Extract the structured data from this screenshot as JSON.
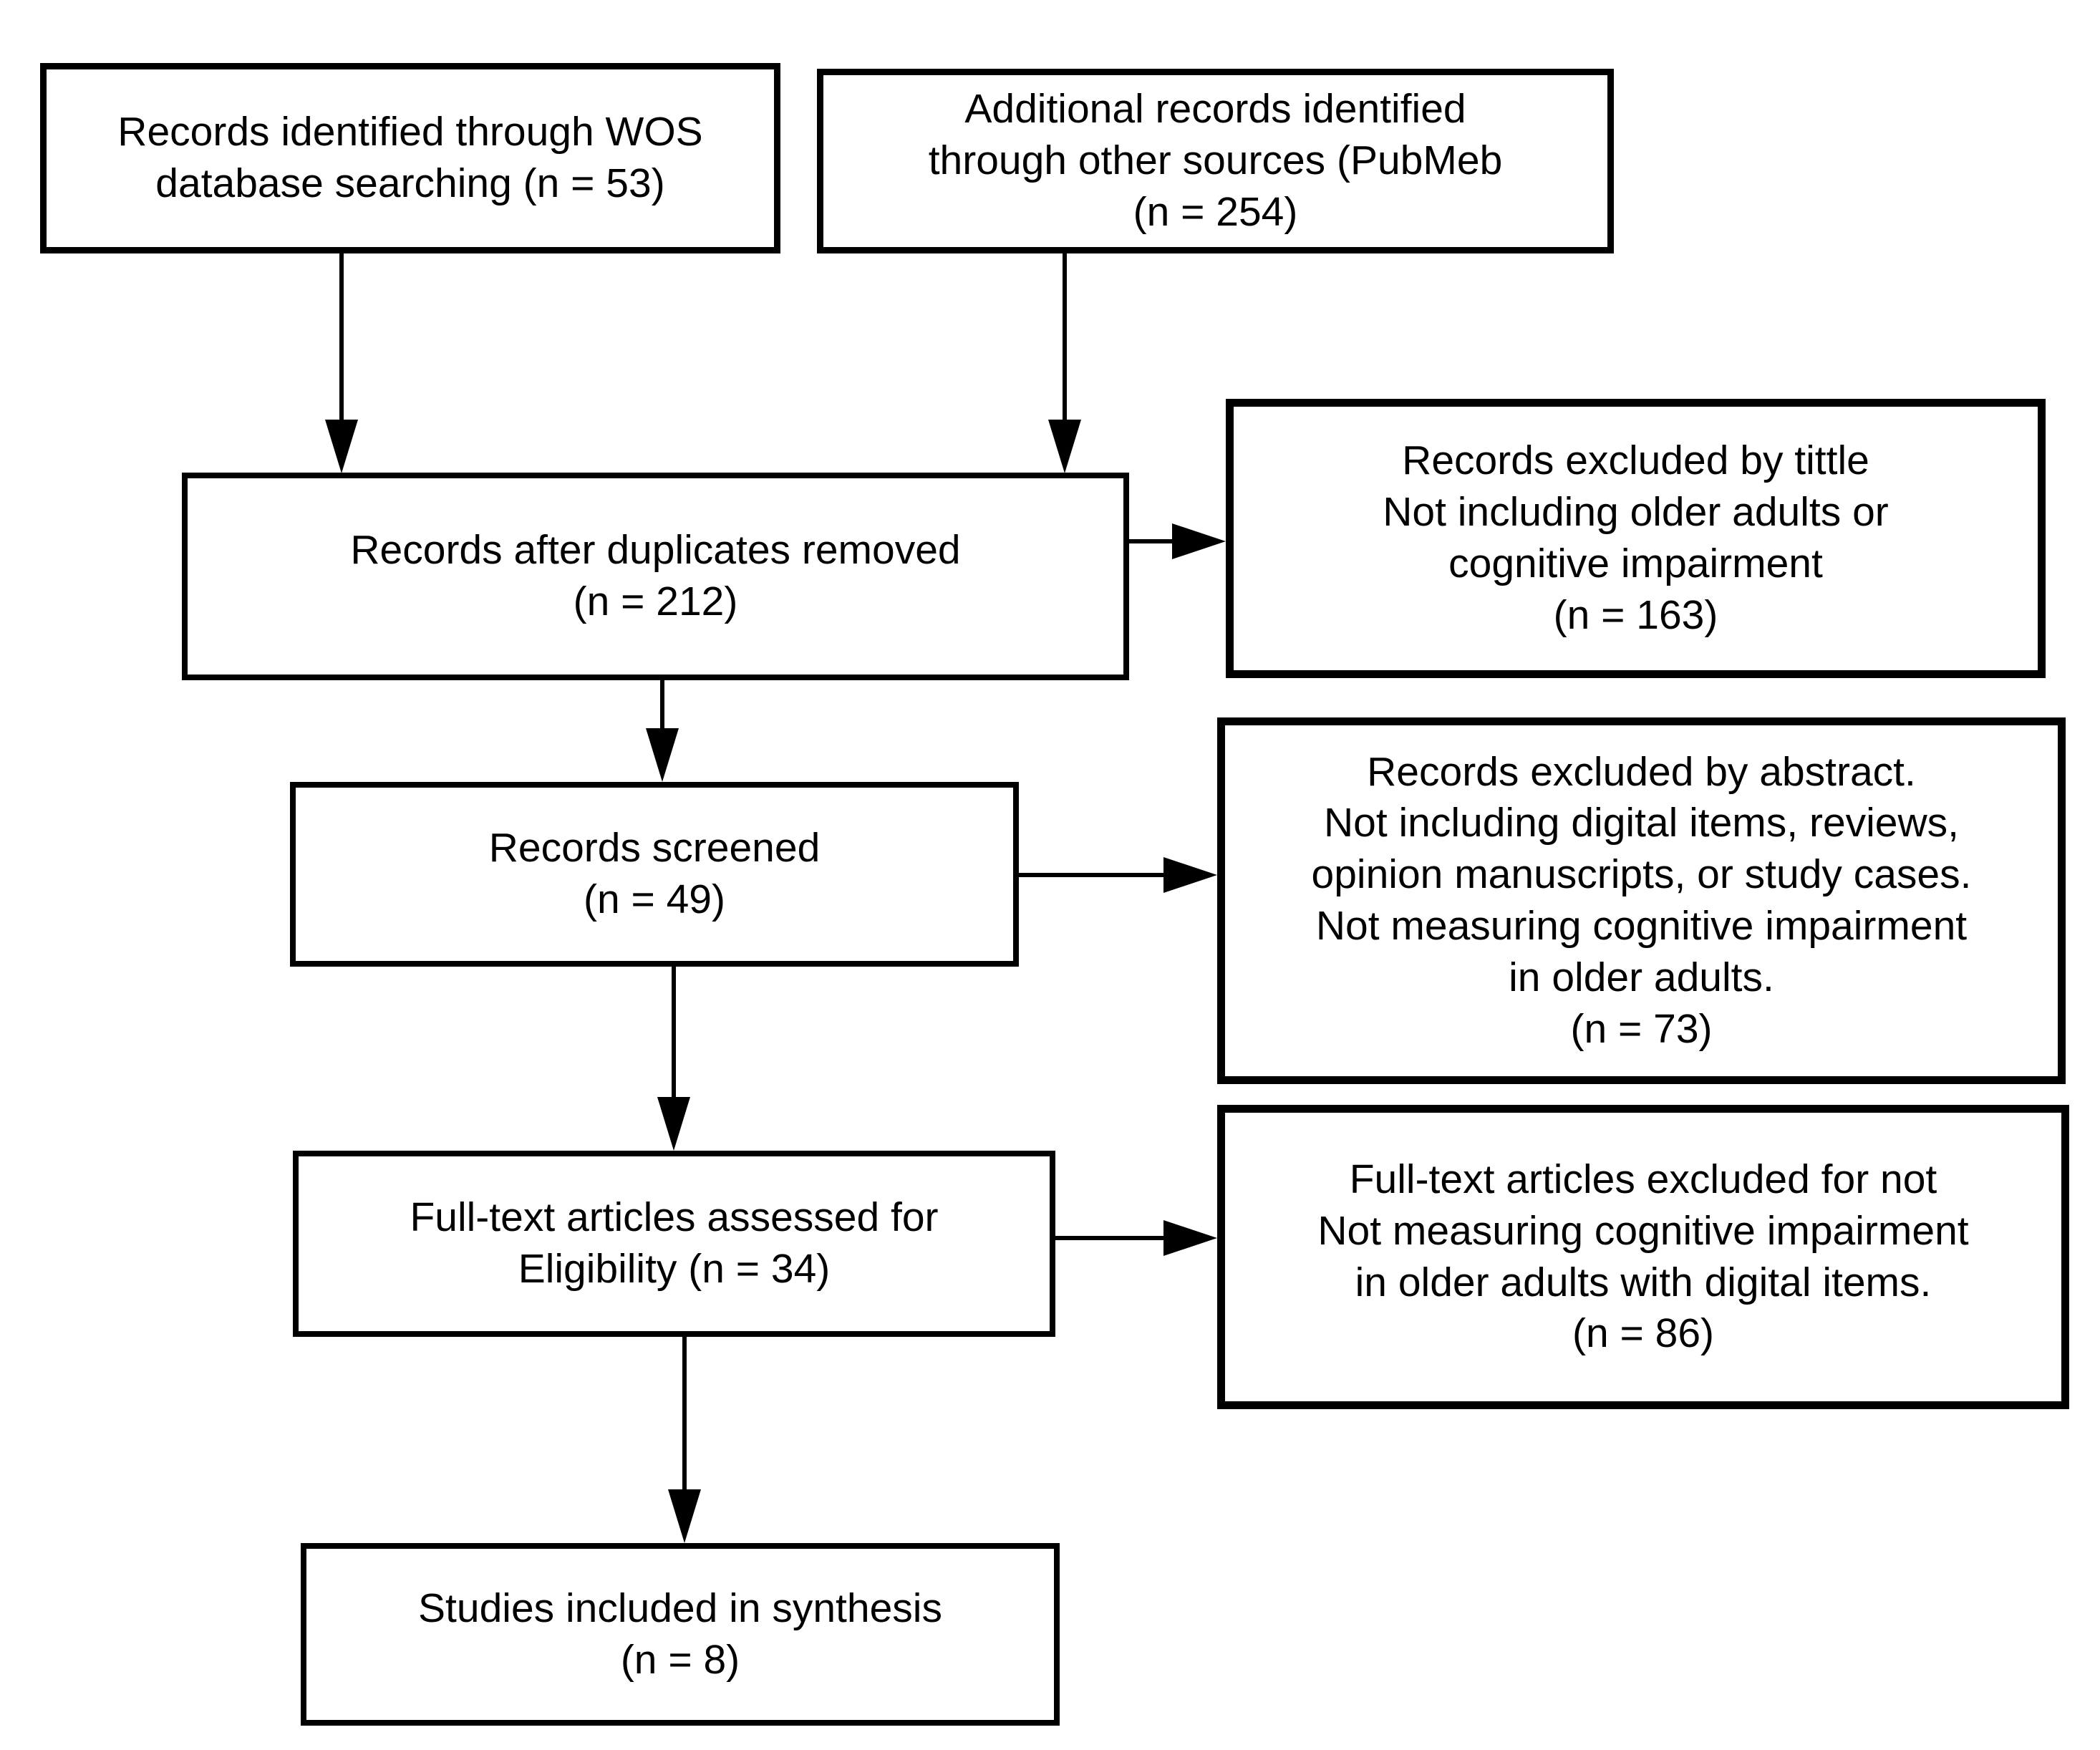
{
  "colors": {
    "border": "#000000",
    "text": "#000000",
    "background": "#ffffff"
  },
  "nodes": {
    "identified_wos": {
      "text": "Records identified through WOS\ndatabase searching (n = 53)",
      "n": 53
    },
    "additional_sources": {
      "text": "Additional records identified\nthrough other sources (PubMeb\n(n = 254)",
      "n": 254
    },
    "duplicates_removed": {
      "text": "Records after duplicates removed\n(n = 212)",
      "n": 212
    },
    "excluded_by_title": {
      "text": "Records excluded by tittle\nNot including older adults or\ncognitive impairment\n(n = 163)",
      "n": 163
    },
    "records_screened": {
      "text": "Records screened\n(n = 49)",
      "n": 49
    },
    "excluded_by_abstract": {
      "text": "Records excluded by abstract.\nNot including digital items, reviews,\nopinion manuscripts, or study cases.\nNot measuring cognitive impairment\nin older adults.\n(n = 73)",
      "n": 73
    },
    "fulltext_assessed": {
      "text": "Full-text articles assessed for\nEligibility (n = 34)",
      "n": 34
    },
    "fulltext_excluded": {
      "text": "Full-text articles excluded for not\nNot measuring cognitive impairment\nin older adults with digital items.\n(n = 86)",
      "n": 86
    },
    "studies_included": {
      "text": "Studies included in synthesis\n(n = 8)",
      "n": 8
    }
  },
  "edges": [
    {
      "from": "identified_wos",
      "to": "duplicates_removed"
    },
    {
      "from": "additional_sources",
      "to": "duplicates_removed"
    },
    {
      "from": "duplicates_removed",
      "to": "excluded_by_title"
    },
    {
      "from": "duplicates_removed",
      "to": "records_screened"
    },
    {
      "from": "records_screened",
      "to": "excluded_by_abstract"
    },
    {
      "from": "records_screened",
      "to": "fulltext_assessed"
    },
    {
      "from": "fulltext_assessed",
      "to": "fulltext_excluded"
    },
    {
      "from": "fulltext_assessed",
      "to": "studies_included"
    }
  ]
}
